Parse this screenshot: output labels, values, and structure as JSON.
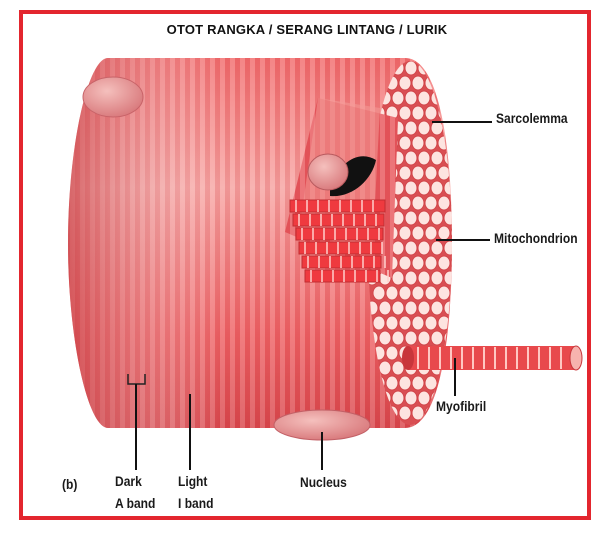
{
  "title": "OTOT RANGKA / SERANG LINTANG / LURIK",
  "panel_label": "(b)",
  "labels": {
    "sarcolemma": "Sarcolemma",
    "mitochondrion": "Mitochondrion",
    "myofibril": "Myofibril",
    "nucleus": "Nucleus",
    "dark_band_line1": "Dark",
    "dark_band_line2": "A band",
    "light_band_line1": "Light",
    "light_band_line2": "I band"
  },
  "colors": {
    "frame": "#e3262e",
    "muscle_light": "#f47a7a",
    "muscle_dark": "#e0474a",
    "myofibril_end": "#fde4e0"
  }
}
